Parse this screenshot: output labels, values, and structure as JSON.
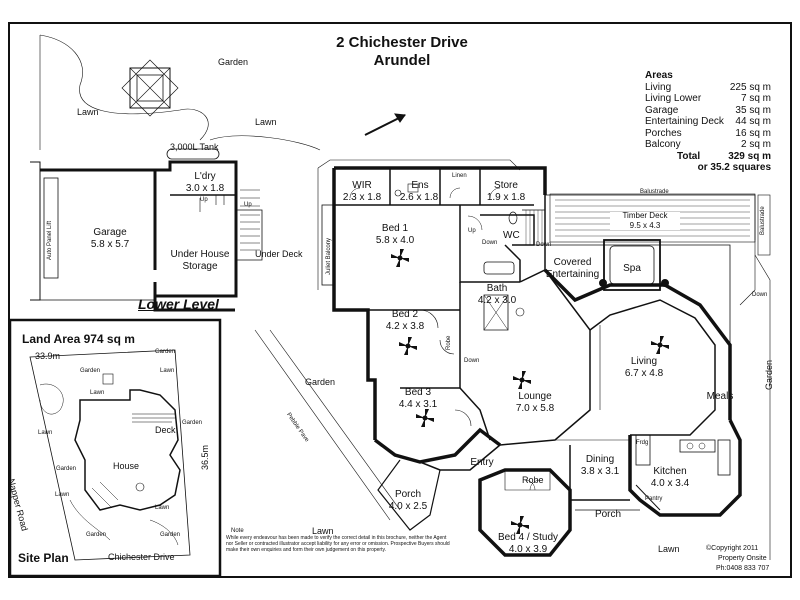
{
  "title": {
    "address": "2 Chichester Drive",
    "suburb": "Arundel"
  },
  "areas": {
    "heading": "Areas",
    "rows": [
      {
        "label": "Living",
        "value": "225 sq m"
      },
      {
        "label": "Living Lower",
        "value": "7 sq m"
      },
      {
        "label": "Garage",
        "value": "35 sq m"
      },
      {
        "label": "Entertaining Deck",
        "value": "44 sq m"
      },
      {
        "label": "Porches",
        "value": "16 sq m"
      },
      {
        "label": "Balcony",
        "value": "2 sq m"
      }
    ],
    "total_label": "Total",
    "total_value": "329 sq m",
    "squares": "or  35.2 squares"
  },
  "lower_level": {
    "label": "Lower Level",
    "tank": "3,000L Tank",
    "laundry": "L'dry",
    "laundry_dims": "3.0 x 1.8",
    "garage": "Garage",
    "garage_dims": "5.8 x 5.7",
    "storage_1": "Under House",
    "storage_2": "Storage",
    "under_deck": "Under Deck",
    "auto_lift": "Auto Panel Lift",
    "up": "Up"
  },
  "site_plan": {
    "land_area": "Land Area 974 sq m",
    "label": "Site Plan",
    "width_dim": "33.9m",
    "depth_dim": "36.5m",
    "road_1": "Napper Road",
    "road_2": "Chichester Drive",
    "house": "House",
    "deck": "Deck",
    "garden": "Garden",
    "lawn": "Lawn"
  },
  "rooms": {
    "wir": "WIR",
    "wir_dims": "2.3 x 1.8",
    "ens": "Ens",
    "ens_dims": "2.6 x 1.8",
    "linen": "Linen",
    "store": "Store",
    "store_dims": "1.9 x 1.8",
    "bed1": "Bed 1",
    "bed1_dims": "5.8 x 4.0",
    "bath": "Bath",
    "bath_dims": "4.2 x 3.0",
    "wc": "WC",
    "bed2": "Bed 2",
    "bed2_dims": "4.2 x 3.8",
    "bed3": "Bed 3",
    "bed3_dims": "4.4 x 3.1",
    "lounge": "Lounge",
    "lounge_dims": "7.0 x 5.8",
    "living": "Living",
    "living_dims": "6.7 x 4.8",
    "meals": "Meals",
    "kitchen": "Kitchen",
    "kitchen_dims": "4.0 x 3.4",
    "dining": "Dining",
    "dining_dims": "3.8 x 3.1",
    "entry": "Entry",
    "porch_a": "Porch",
    "porch_a_dims": "4.0 x 2.5",
    "porch_b": "Porch",
    "bed4": "Bed 4 / Study",
    "bed4_dims": "4.0 x 3.9",
    "robe": "Robe",
    "covered_1": "Covered",
    "covered_2": "Entertaining",
    "spa": "Spa",
    "timber_deck": "Timber Deck",
    "timber_deck_dims": "9.5 x 4.3",
    "balustrade": "Balustrade",
    "juliet": "Juliet Balcony",
    "pebble": "Pebble Pave",
    "fridge": "Frdg",
    "pantry": "Pantry",
    "down": "Down",
    "up": "Up"
  },
  "site_labels": {
    "garden": "Garden",
    "lawn": "Lawn"
  },
  "footer": {
    "disclaimer": "While every endeavour has been made to verify the correct detail in this brochure, neither the Agent nor Seller or contracted illustrator accept liability for any error or omission. Prospective Buyers should make their own enquiries and form their own judgement on this property.",
    "copyright": "©Copyright 2011",
    "company": "Property Onsite",
    "phone": "Ph:0408 833 707",
    "note": "Note"
  }
}
